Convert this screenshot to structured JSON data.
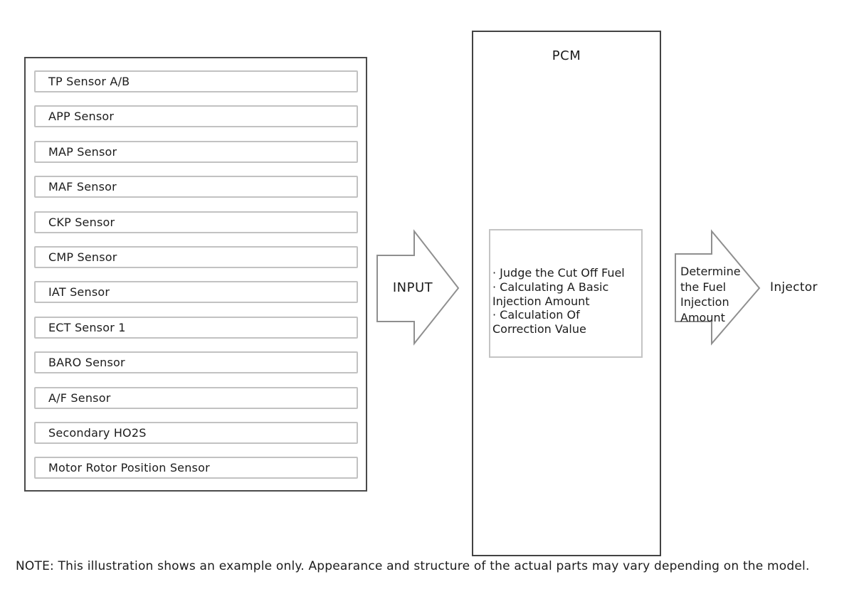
{
  "diagram": {
    "left_panel": {
      "sensors": [
        "TP Sensor A/B",
        "APP Sensor",
        "MAP Sensor",
        "MAF Sensor",
        "CKP Sensor",
        "CMP Sensor",
        "IAT Sensor",
        "ECT Sensor 1",
        "BARO Sensor",
        "A/F Sensor",
        "Secondary HO2S",
        "Motor Rotor Position Sensor"
      ]
    },
    "input_arrow": {
      "label": "INPUT"
    },
    "pcm": {
      "title": "PCM",
      "tasks": [
        "· Judge the Cut Off Fuel",
        "· Calculating A Basic Injection Amount",
        "· Calculation Of Correction Value"
      ],
      "tasks_lines": [
        "· Judge the Cut Off Fuel",
        "· Calculating A Basic",
        "Injection Amount",
        "· Calculation Of",
        "Correction Value"
      ]
    },
    "output_arrow": {
      "label": "Determine the Fuel Injection Amount",
      "label_lines": [
        "Determine",
        "the Fuel",
        "Injection",
        "Amount"
      ]
    },
    "injector_label": "Injector",
    "note": "NOTE: This illustration shows an example only. Appearance and structure of the actual parts may vary depending on the model."
  },
  "colors": {
    "background": "#ffffff",
    "text": "#1c1c1c",
    "outer_box_border": "#4a4a4a",
    "pcm_box_border": "#434343",
    "sensor_box_border": "#c2c2c2",
    "inner_box_border": "#c4c4c4",
    "arrow_outline": "#8f8f8f",
    "arrow_fill": "#ffffff"
  }
}
